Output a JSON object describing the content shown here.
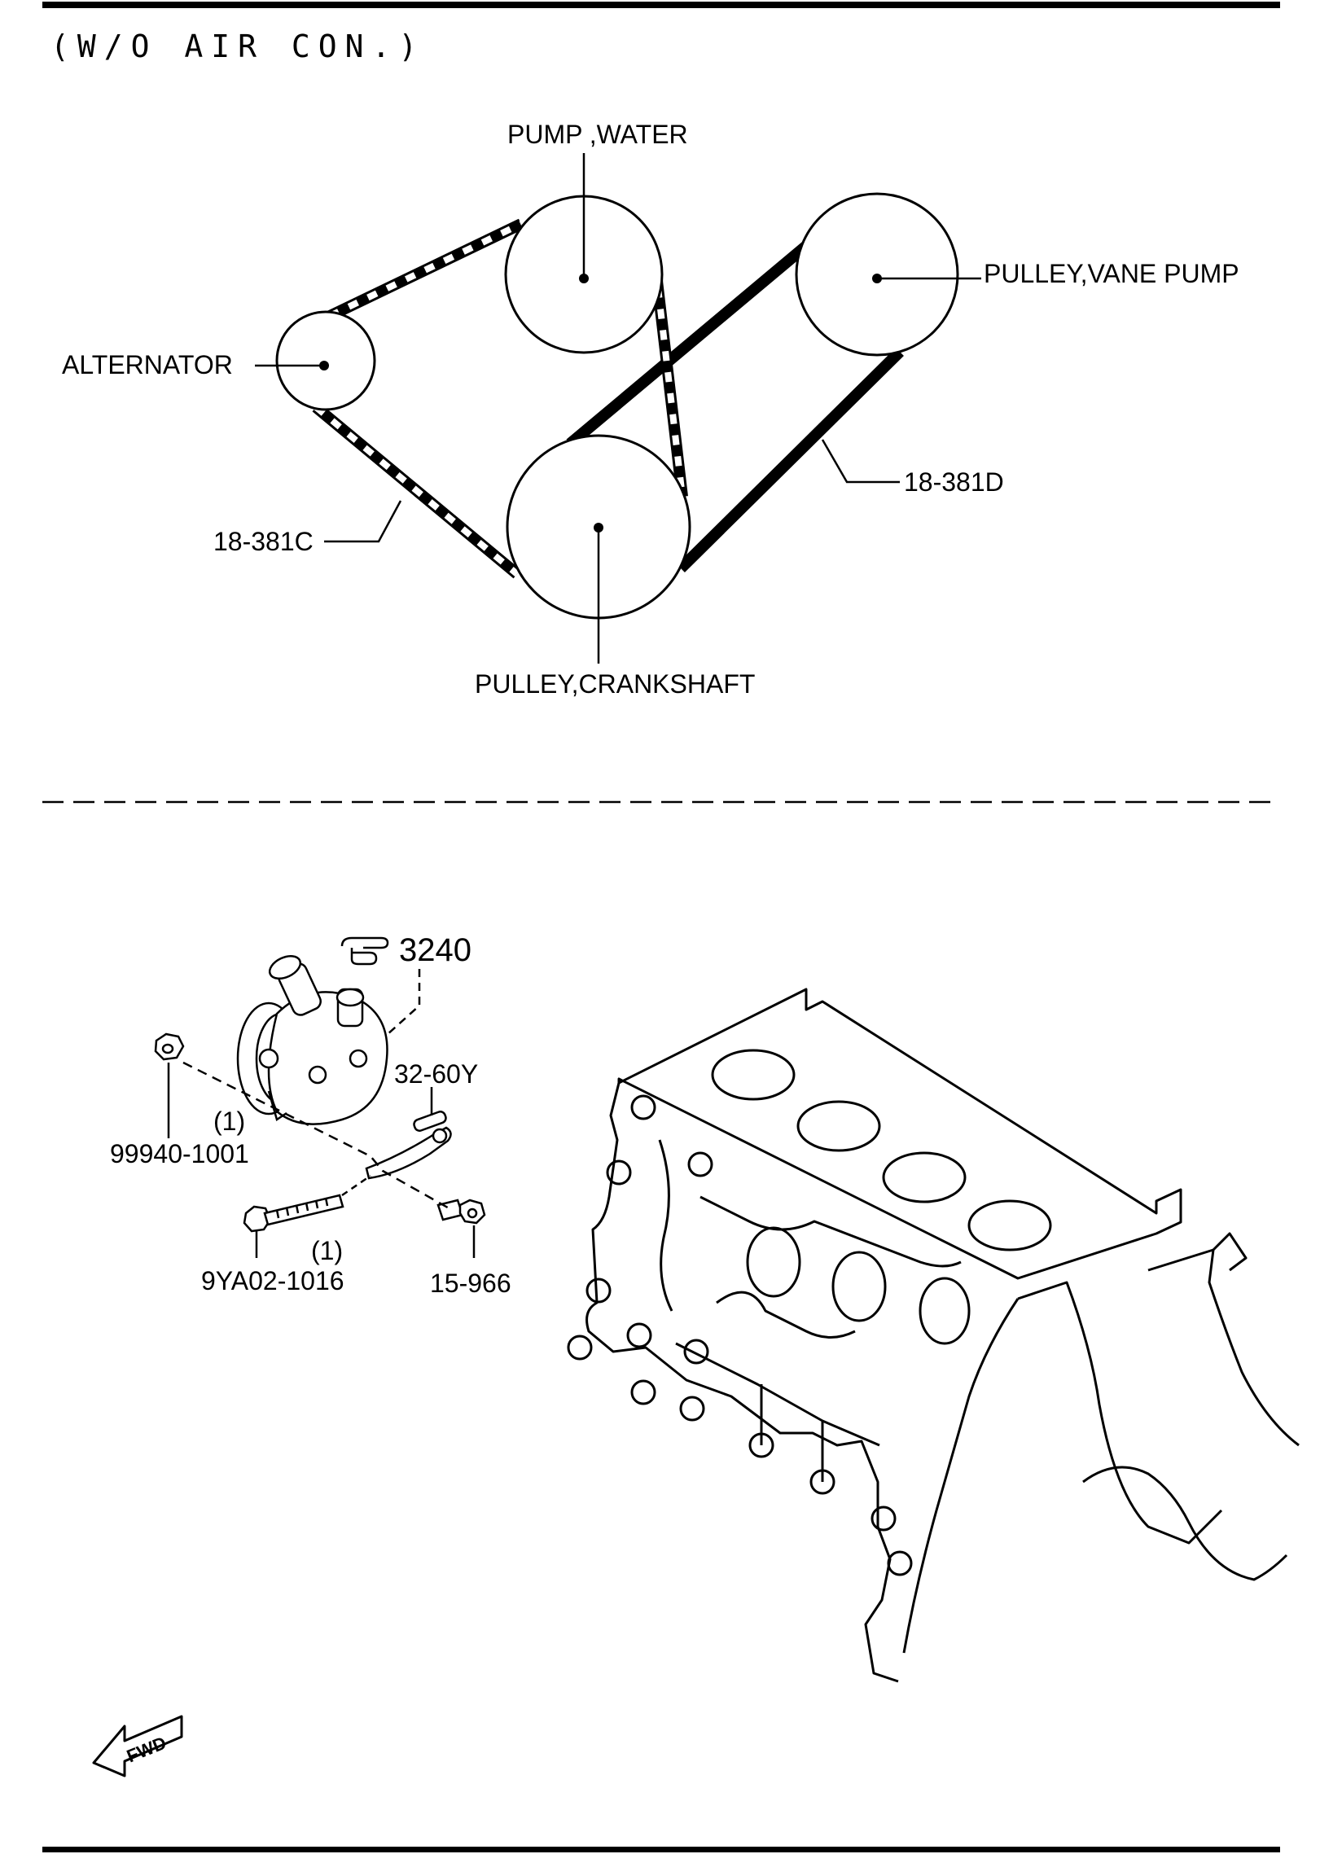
{
  "header": {
    "title": "(W/O AIR CON.)"
  },
  "belt_diagram": {
    "pulleys": {
      "water_pump": "PUMP ,WATER",
      "vane_pump": "PULLEY,VANE PUMP",
      "alternator": "ALTERNATOR",
      "crankshaft": "PULLEY,CRANKSHAFT"
    },
    "belts": {
      "belt_c": "18-381C",
      "belt_d": "18-381D"
    }
  },
  "assembly": {
    "ref": "3240",
    "parts": {
      "bracket": "32-60Y",
      "nut_qty": "(1)",
      "nut": "99940-1001",
      "bolt_qty": "(1)",
      "bolt": "9YA02-1016",
      "stud_bolt": "15-966"
    }
  },
  "fwd_label": "FWD"
}
